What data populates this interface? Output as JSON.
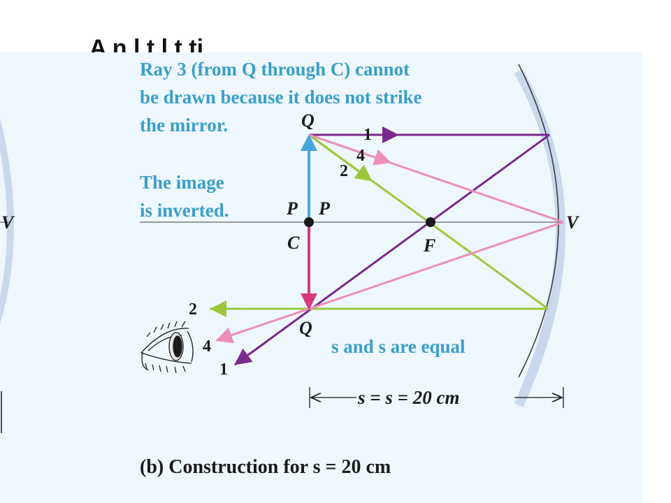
{
  "colors": {
    "panel_bg": "#eef7fc",
    "annotation_blue": "#3a9fc8",
    "ray1": "#7a2a8c",
    "ray2": "#9ac83c",
    "ray4": "#ec8fb8",
    "object_arrow": "#4aa4dc",
    "image_arrow": "#d63c7c",
    "mirror": "#c8d9ee",
    "axis": "#7d7d7d",
    "text_dark": "#1a1a1a"
  },
  "header": {
    "partial_title": "A    n    l  t    l             t  ti"
  },
  "annotations": {
    "ray3_line1": "Ray 3 (from Q through C) cannot",
    "ray3_line2": "be drawn because it does not strike",
    "ray3_line3": "the mirror.",
    "image_line1": "The image",
    "image_line2": "is inverted.",
    "equal_note": "s and s  are equal"
  },
  "labels": {
    "left_v": "V",
    "q_top": "Q",
    "q_bottom": "Q",
    "p_left": "P",
    "p_right": "P",
    "c": "C",
    "f": "F",
    "v": "V",
    "ray1_top": "1",
    "ray2_top": "2",
    "ray4_top": "4",
    "ray1_bottom": "1",
    "ray2_bottom": "2",
    "ray4_bottom": "4"
  },
  "dimension": {
    "text": "s = s  = 20 cm"
  },
  "caption": {
    "bold": "(b)",
    "text": " Construction for s  =  20 cm"
  }
}
